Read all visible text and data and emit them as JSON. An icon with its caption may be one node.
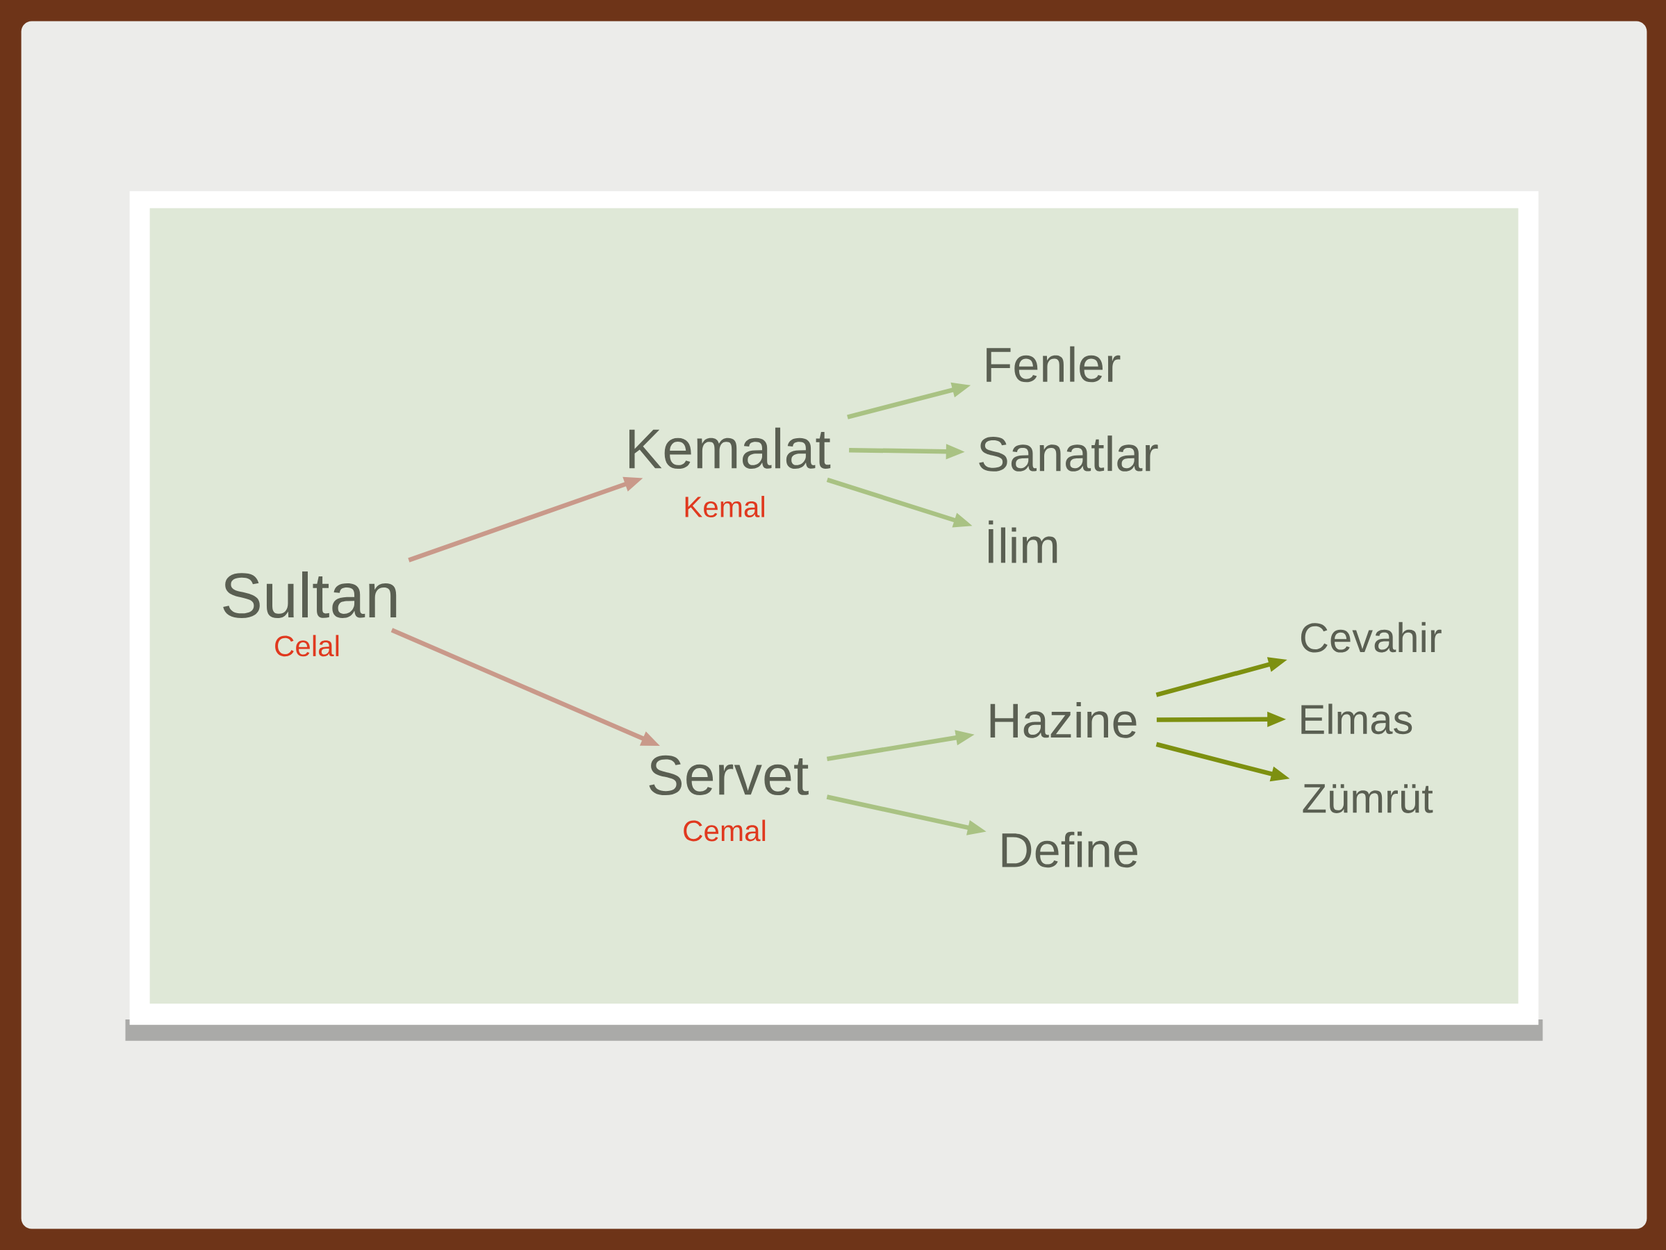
{
  "diagram": {
    "nodes": [
      {
        "text": [
          "Sultan"
        ],
        "beside": [
          "Celal"
        ]
      },
      {
        "text": [
          "Kemalat"
        ],
        "beside": [
          "Kemal"
        ]
      },
      {
        "text": [
          "Servet"
        ],
        "beside": [
          "Cemal"
        ]
      },
      {
        "text": [
          "Fenler"
        ]
      },
      {
        "text": [
          "Sanatlar"
        ]
      },
      {
        "text": [
          "İlim"
        ]
      },
      {
        "text": [
          "Hazine"
        ]
      },
      {
        "text": [
          "Define"
        ]
      },
      {
        "text": [
          "Cevahir"
        ]
      },
      {
        "text": [
          "Elmas"
        ]
      },
      {
        "text": [
          "Zümrüt"
        ]
      }
    ],
    "edges": [
      {
        "from": 0,
        "to": 1,
        "arrow": "to",
        "color": "#c9998a"
      },
      {
        "from": 0,
        "to": 2,
        "arrow": "to",
        "color": "#c9998a"
      },
      {
        "from": 1,
        "to": 3,
        "arrow": "to"
      },
      {
        "from": 1,
        "to": 4,
        "arrow": "to"
      },
      {
        "from": 1,
        "to": 5,
        "arrow": "to"
      },
      {
        "from": 2,
        "to": 6,
        "arrow": "to"
      },
      {
        "from": 2,
        "to": 7,
        "arrow": "to"
      },
      {
        "from": 6,
        "to": 8,
        "arrow": "to",
        "color": "#7d9010"
      },
      {
        "from": 6,
        "to": 9,
        "arrow": "to",
        "color": "#7d9010"
      },
      {
        "from": 6,
        "to": 10,
        "arrow": "to",
        "color": "#7d9010"
      }
    ]
  }
}
